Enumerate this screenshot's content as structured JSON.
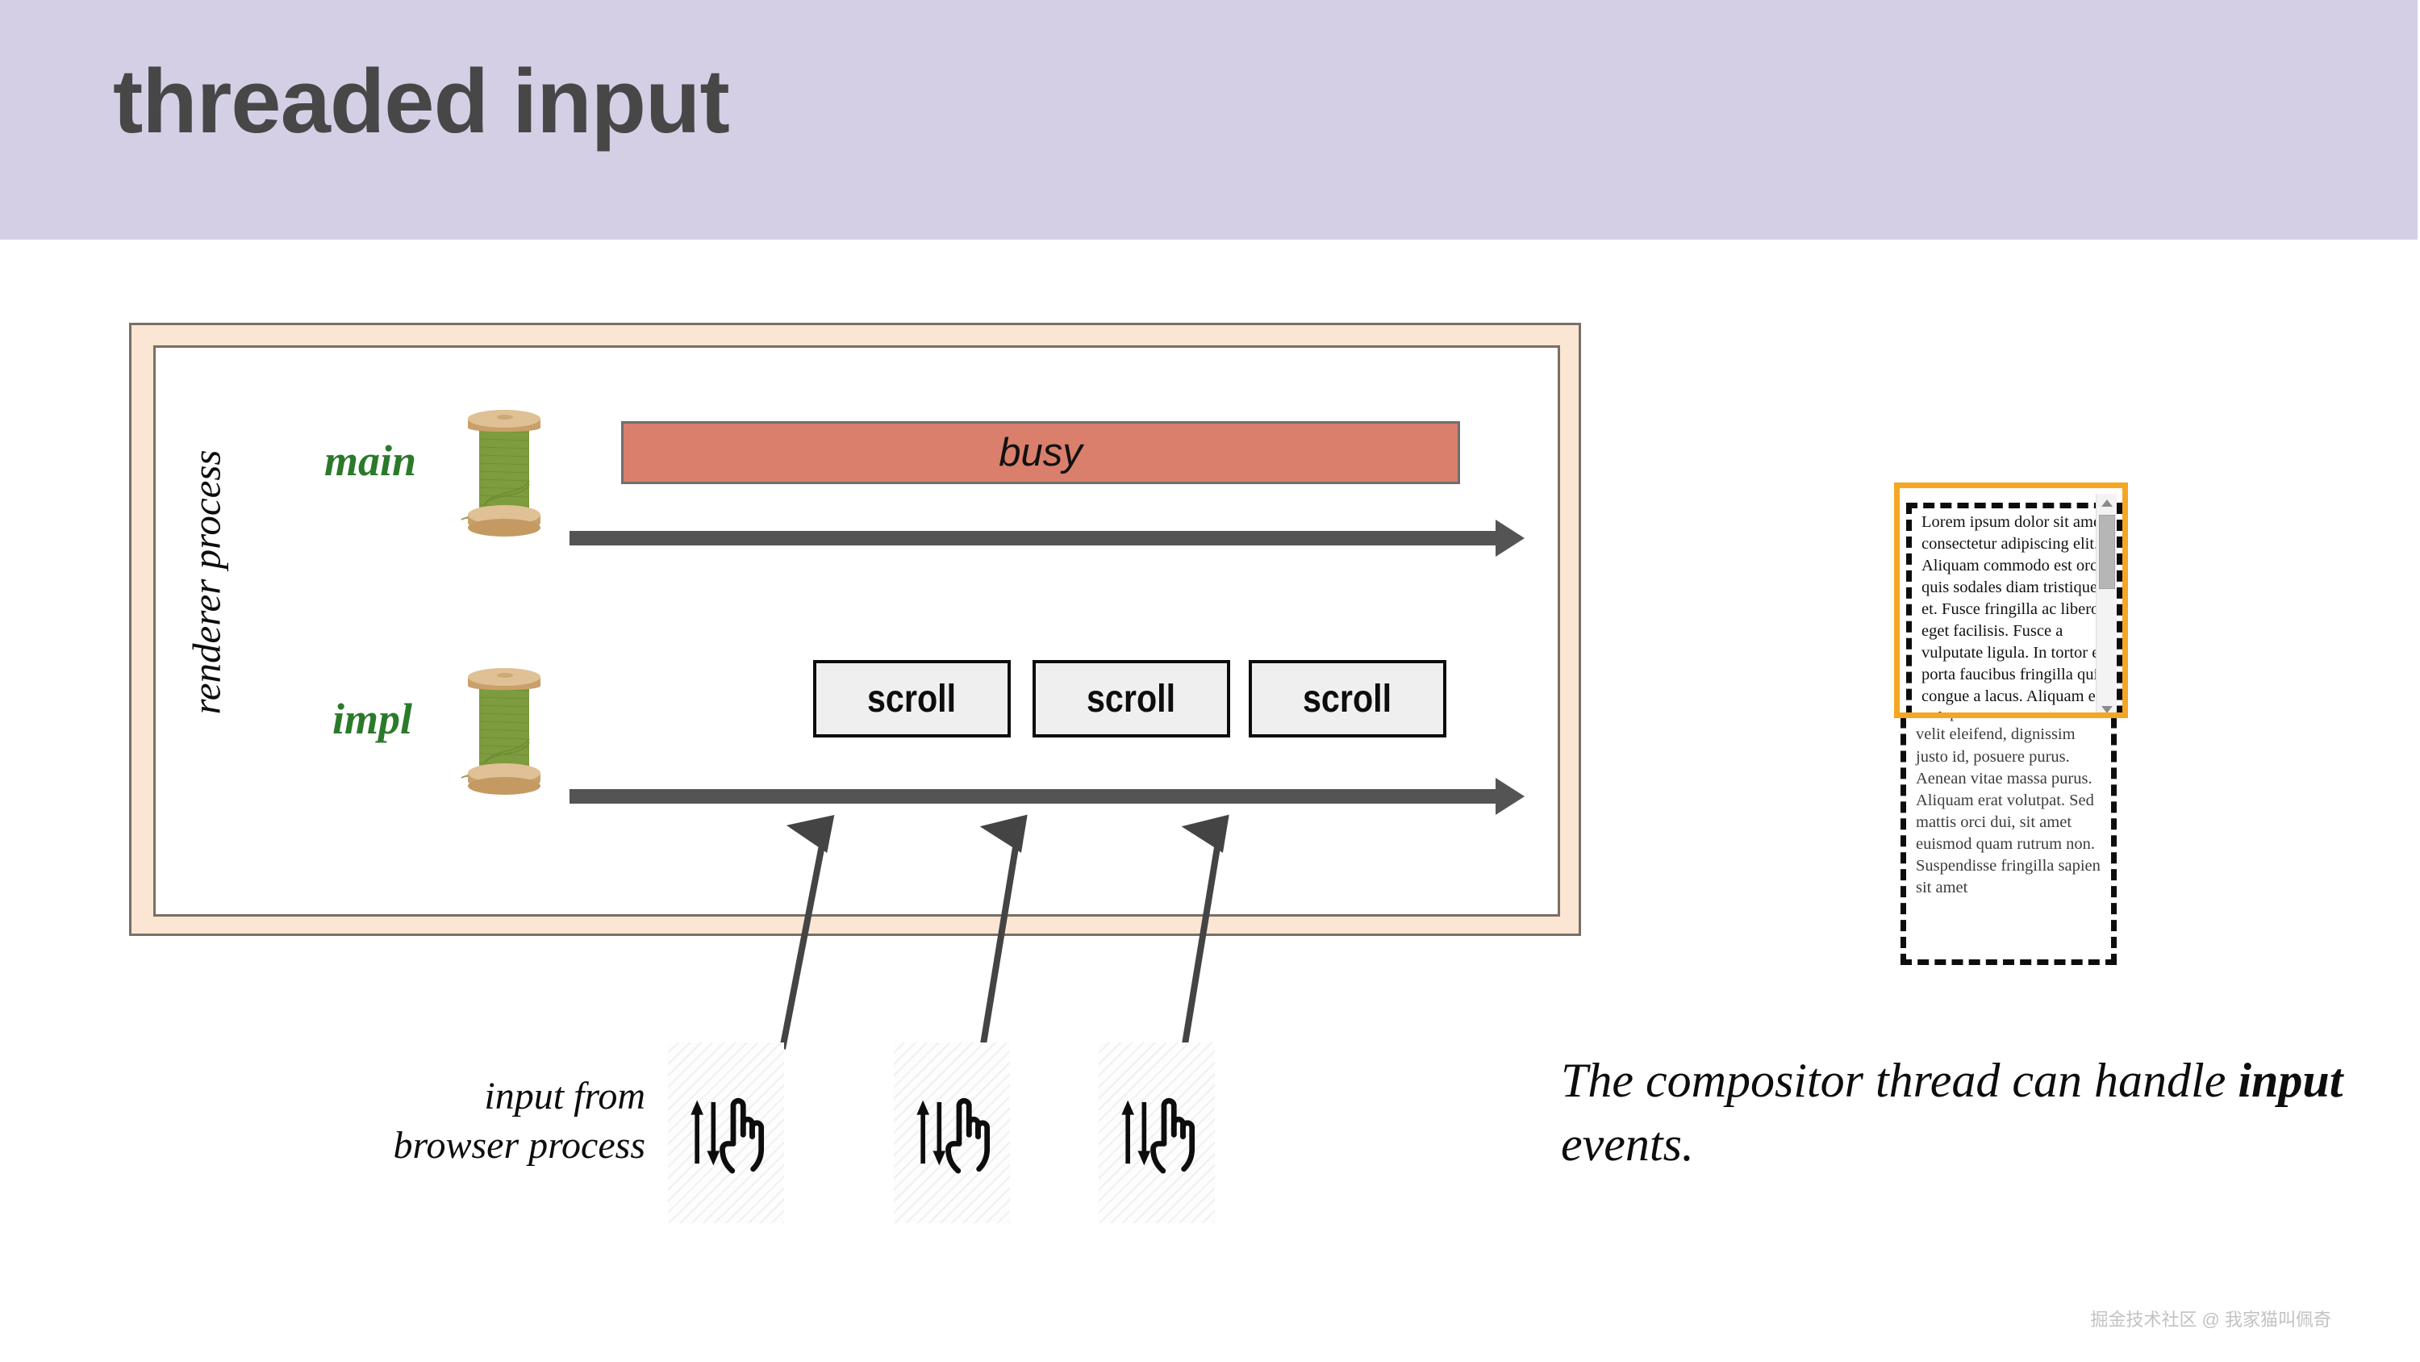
{
  "header": {
    "title": "threaded input",
    "band_color": "#d5cfe6",
    "title_color": "#474747"
  },
  "diagram": {
    "frame_label": "renderer process",
    "frame_fill": "#fae6d2",
    "frame_border": "#7a6f66",
    "threads": [
      {
        "name": "main",
        "label": "main",
        "color": "#2b7a2b",
        "icon": "thread-spool-icon"
      },
      {
        "name": "impl",
        "label": "impl",
        "color": "#2b7a2b",
        "icon": "thread-spool-icon"
      }
    ],
    "busy_block": {
      "label": "busy",
      "fill": "#d97f6b",
      "border": "#6e6e6e"
    },
    "scroll_blocks": [
      {
        "label": "scroll"
      },
      {
        "label": "scroll"
      },
      {
        "label": "scroll"
      }
    ],
    "scroll_block_fill": "#efefef",
    "scroll_block_border": "#0d0d0d",
    "timeline_color": "#545454",
    "input_arrow_color": "#444444",
    "input_source_label": "input from\nbrowser process",
    "input_source_line1": "input from",
    "input_source_line2": "browser process",
    "gestures": [
      {
        "icon": "scroll-gesture-icon"
      },
      {
        "icon": "scroll-gesture-icon"
      },
      {
        "icon": "scroll-gesture-icon"
      }
    ]
  },
  "caption": {
    "part1": "The compositor thread can handle ",
    "emphasis": "input",
    "part2": " events."
  },
  "lorem_panel": {
    "viewport_border_color": "#f5a623",
    "layer_border_style": "dashed",
    "layer_border_color": "#0d0d0d",
    "visible_text": "Lorem ipsum dolor sit amet, consectetur adipiscing elit. Aliquam commodo est orci, quis sodales diam tristique et. Fusce fringilla ac libero eget facilisis. Fusce a vulputate ligula. In tortor ex, porta faucibus fringilla quis, congue a lacus. Aliquam erat volutpat. Vivamus sit amet velit eleifend, dignissim justo id, posuere purus. Aenean vitae massa purus. Aliquam erat volutpat. Sed mattis orci dui, sit amet euismod quam rutrum non. Suspendisse fringilla sapien sit amet",
    "scrollbar": {
      "up_icon": "triangle-up-icon",
      "down_icon": "triangle-down-icon",
      "thumb_color": "#b6b6b6",
      "track_color": "#f3f3f3"
    }
  },
  "watermark": {
    "text": "掘金技术社区 @ 我家猫叫佩奇"
  }
}
